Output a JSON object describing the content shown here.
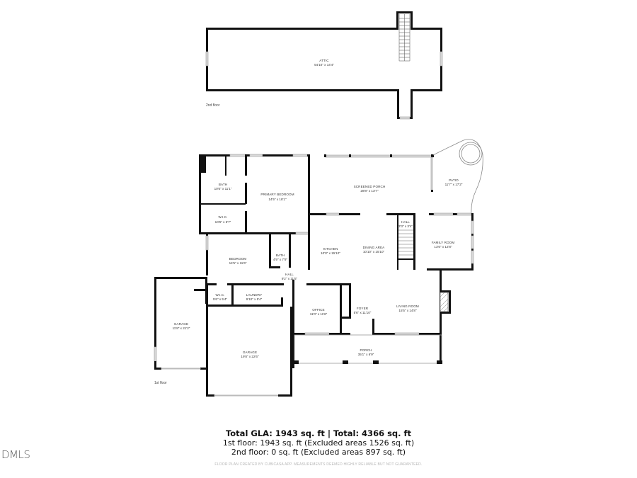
{
  "second_floor": {
    "label": "2nd floor",
    "rooms": [
      {
        "name": "ATTIC",
        "dim": "54'10\" x 14'4\""
      }
    ]
  },
  "first_floor": {
    "label": "1st floor",
    "rooms": [
      {
        "name": "BATH",
        "dim": "10'6\" x 11'1\""
      },
      {
        "name": "W.I.C.",
        "dim": "10'6\" x 6'7\""
      },
      {
        "name": "PRIMARY BEDROOM",
        "dim": "14'5\" x 18'1\""
      },
      {
        "name": "SCREENED PORCH",
        "dim": "28'8\" x 13'7\""
      },
      {
        "name": "PATIO",
        "dim": "11'7\" x 17'2\""
      },
      {
        "name": "HALL",
        "dim": "3'3\" x 3'4\""
      },
      {
        "name": "KITCHEN",
        "dim": "10'0\" x 15'10\""
      },
      {
        "name": "DINING AREA",
        "dim": "10'10\" x 15'10\""
      },
      {
        "name": "FAMILY ROOM",
        "dim": "13'6\" x 12'8\""
      },
      {
        "name": "BEDROOM",
        "dim": "14'5\" x 11'6\""
      },
      {
        "name": "BATH",
        "dim": "4'9\" x 7'9\""
      },
      {
        "name": "HALL",
        "dim": "9'2\" x 11'5\""
      },
      {
        "name": "W.I.C.",
        "dim": "5'6\" x 5'4\""
      },
      {
        "name": "LAUNDRY",
        "dim": "9'10\" x 5'4\""
      },
      {
        "name": "OFFICE",
        "dim": "11'0\" x 11'6\""
      },
      {
        "name": "FOYER",
        "dim": "5'6\" x 11'10\""
      },
      {
        "name": "LIVING ROOM",
        "dim": "15'5\" x 14'8\""
      },
      {
        "name": "GARAGE",
        "dim": "11'8\" x 21'2\""
      },
      {
        "name": "GARAGE",
        "dim": "19'8\" x 22'6\""
      },
      {
        "name": "PORCH",
        "dim": "35'1\" x 6'9\""
      }
    ]
  },
  "summary": {
    "total": "Total GLA: 1943 sq. ft | Total: 4366 sq. ft",
    "first_floor": "1st floor: 1943 sq. ft (Excluded areas 1526 sq. ft)",
    "second_floor": "2nd floor: 0 sq. ft (Excluded areas 897 sq. ft)"
  },
  "disclaimer": "FLOOR PLAN CREATED BY CUBICASA APP. MEASUREMENTS DEEMED HIGHLY RELIABLE BUT NOT GUARANTEED.",
  "watermark": "DMLS",
  "colors": {
    "wall": "#111111",
    "window": "#d9d9d9",
    "text": "#333333"
  }
}
